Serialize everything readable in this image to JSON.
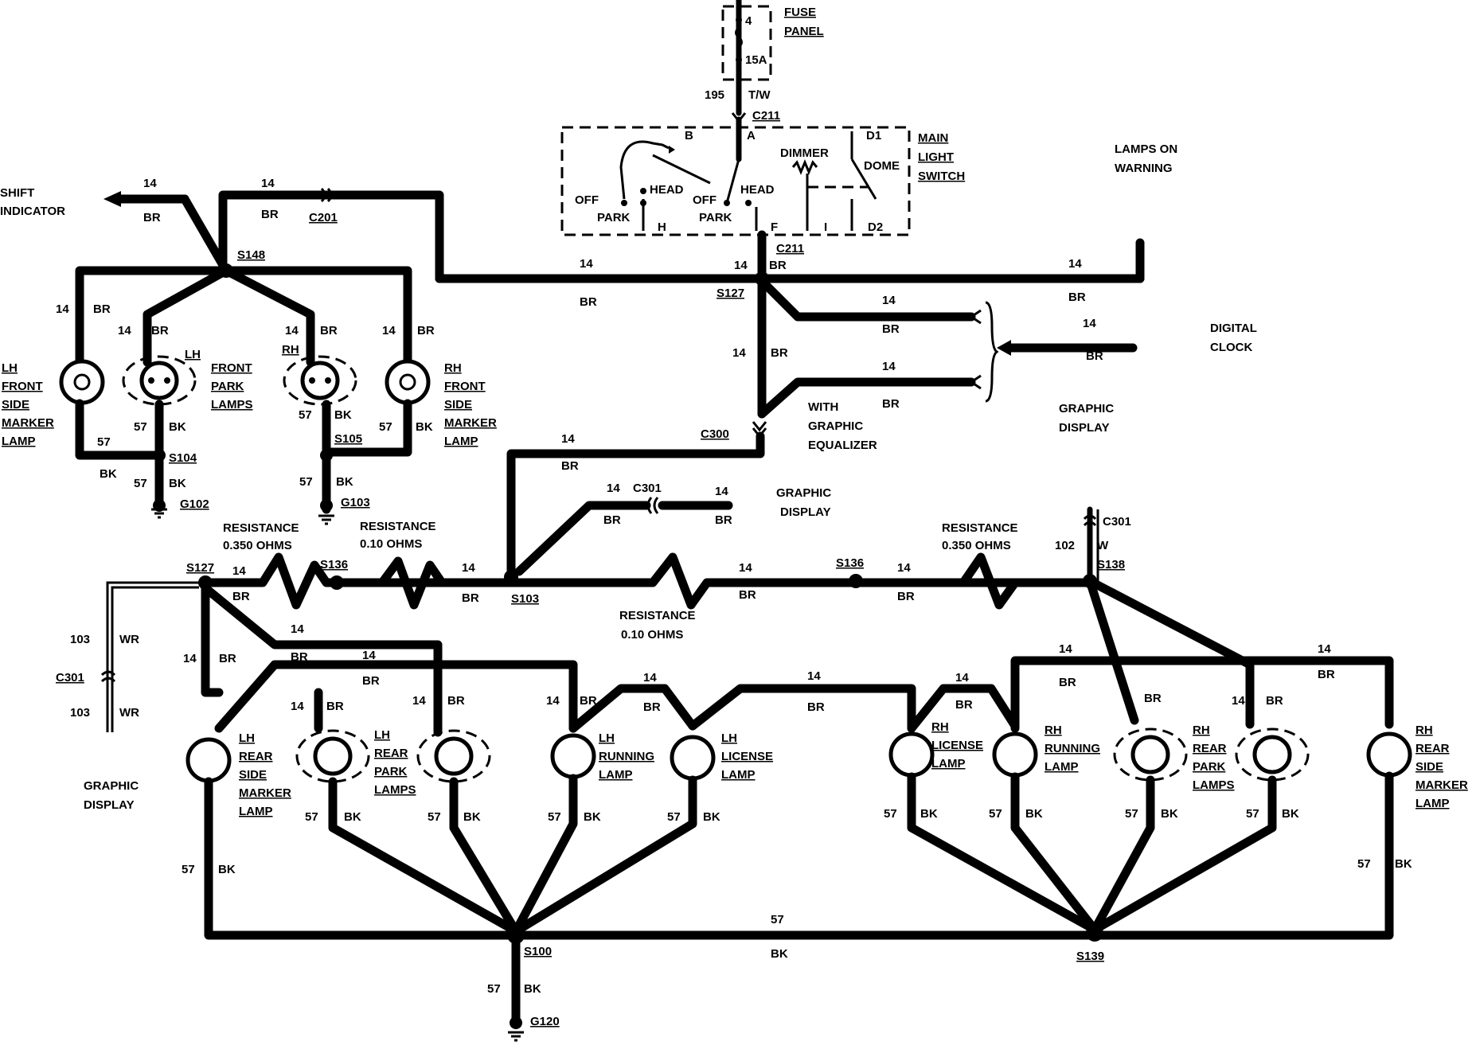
{
  "fuse": {
    "title_1": "FUSE",
    "title_2": "PANEL",
    "pin": "4",
    "rating": "15A",
    "circuit": "195",
    "color": "T/W"
  },
  "switch": {
    "title": [
      "MAIN",
      "LIGHT",
      "SWITCH"
    ],
    "connector_top": "C211",
    "connector_bottom": "C211",
    "dimmer": "DIMMER",
    "dome": "DOME",
    "head_left": "HEAD",
    "head_right": "HEAD",
    "off_left": "OFF",
    "off_right": "OFF",
    "park_left": "PARK",
    "park_right": "PARK",
    "term_b": "B",
    "term_a": "A",
    "term_d1": "D1",
    "term_h": "H",
    "term_f": "F",
    "term_i": "I",
    "term_d2": "D2"
  },
  "labels": {
    "lamps_on_warning": [
      "LAMPS ON",
      "WARNING"
    ],
    "shift_indicator": [
      "SHIFT",
      "INDICATOR"
    ],
    "digital_clock": [
      "DIGITAL",
      "CLOCK"
    ],
    "graphic_display_right": [
      "GRAPHIC",
      "DISPLAY"
    ],
    "graphic_display_mid": [
      "GRAPHIC",
      "DISPLAY"
    ],
    "graphic_display_left": [
      "GRAPHIC",
      "DISPLAY"
    ],
    "with_graphic_eq": [
      "WITH",
      "GRAPHIC",
      "EQUALIZER"
    ],
    "res1": [
      "RESISTANCE",
      "0.350 OHMS"
    ],
    "res2": [
      "RESISTANCE",
      "0.10 OHMS"
    ],
    "res3": [
      "RESISTANCE",
      "0.10 OHMS"
    ],
    "res4": [
      "RESISTANCE",
      "0.350 OHMS"
    ]
  },
  "splices": {
    "s148": "S148",
    "s127a": "S127",
    "c201": "C201",
    "s104": "S104",
    "s105": "S105",
    "g102": "G102",
    "g103": "G103",
    "c300": "C300",
    "c301a": "C301",
    "s103": "S103",
    "s127b": "S127",
    "s136a": "S136",
    "s136b": "S136",
    "s138": "S138",
    "c301b": "C301",
    "c301c": "C301",
    "s100": "S100",
    "s139": "S139",
    "g120": "G120"
  },
  "wire": {
    "g14": "14",
    "br": "BR",
    "g57": "57",
    "bk": "BK",
    "c103": "103",
    "wr": "WR",
    "c102": "102",
    "w": "W"
  },
  "front_lamps": {
    "lh_side": [
      "LH",
      "FRONT",
      "SIDE",
      "MARKER",
      "LAMP"
    ],
    "front_park": [
      "FRONT",
      "PARK",
      "LAMPS"
    ],
    "lh_tag": "LH",
    "rh_tag": "RH",
    "rh_side": [
      "RH",
      "FRONT",
      "SIDE",
      "MARKER",
      "LAMP"
    ]
  },
  "rear_lamps": {
    "lh_rear_side": [
      "LH",
      "REAR",
      "SIDE",
      "MARKER",
      "LAMP"
    ],
    "lh_rear_park": [
      "LH",
      "REAR",
      "PARK",
      "LAMPS"
    ],
    "lh_running": [
      "LH",
      "RUNNING",
      "LAMP"
    ],
    "lh_license": [
      "LH",
      "LICENSE",
      "LAMP"
    ],
    "rh_license": [
      "RH",
      "LICENSE",
      "LAMP"
    ],
    "rh_running": [
      "RH",
      "RUNNING",
      "LAMP"
    ],
    "rh_rear_park": [
      "RH",
      "REAR",
      "PARK",
      "LAMPS"
    ],
    "rh_rear_side": [
      "RH",
      "REAR",
      "SIDE",
      "MARKER",
      "LAMP"
    ]
  }
}
